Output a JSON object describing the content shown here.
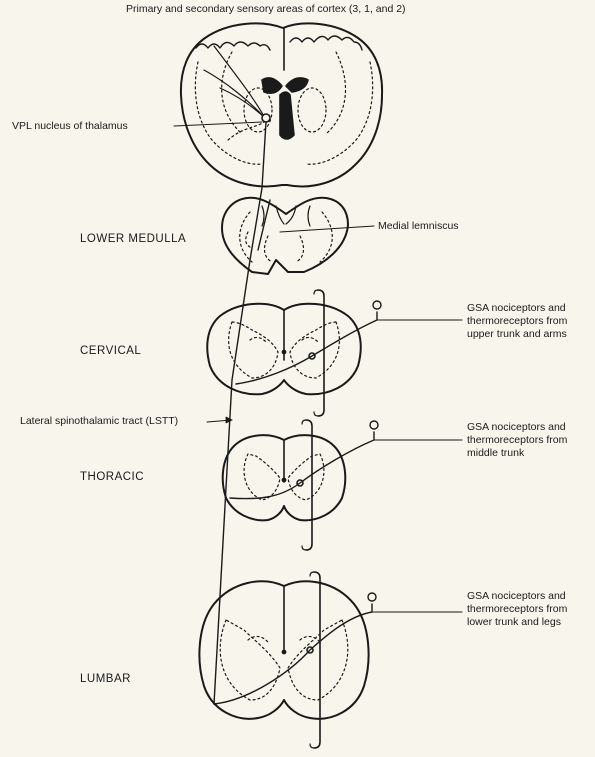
{
  "title": "Primary and secondary sensory areas of cortex (3, 1, and 2)",
  "labels": {
    "vpl": "VPL nucleus of thalamus",
    "medial_lemniscus": "Medial lemniscus",
    "lstt": "Lateral spinothalamic tract (LSTT)"
  },
  "levels": {
    "medulla": "LOWER MEDULLA",
    "cervical": "CERVICAL",
    "thoracic": "THORACIC",
    "lumbar": "LUMBAR"
  },
  "receptors": [
    {
      "line1": "GSA nociceptors and",
      "line2": "thermoreceptors from",
      "line3": "upper trunk and arms"
    },
    {
      "line1": "GSA nociceptors and",
      "line2": "thermoreceptors from",
      "line3": "middle trunk"
    },
    {
      "line1": "GSA nociceptors and",
      "line2": "thermoreceptors from",
      "line3": "lower trunk and legs"
    }
  ]
}
